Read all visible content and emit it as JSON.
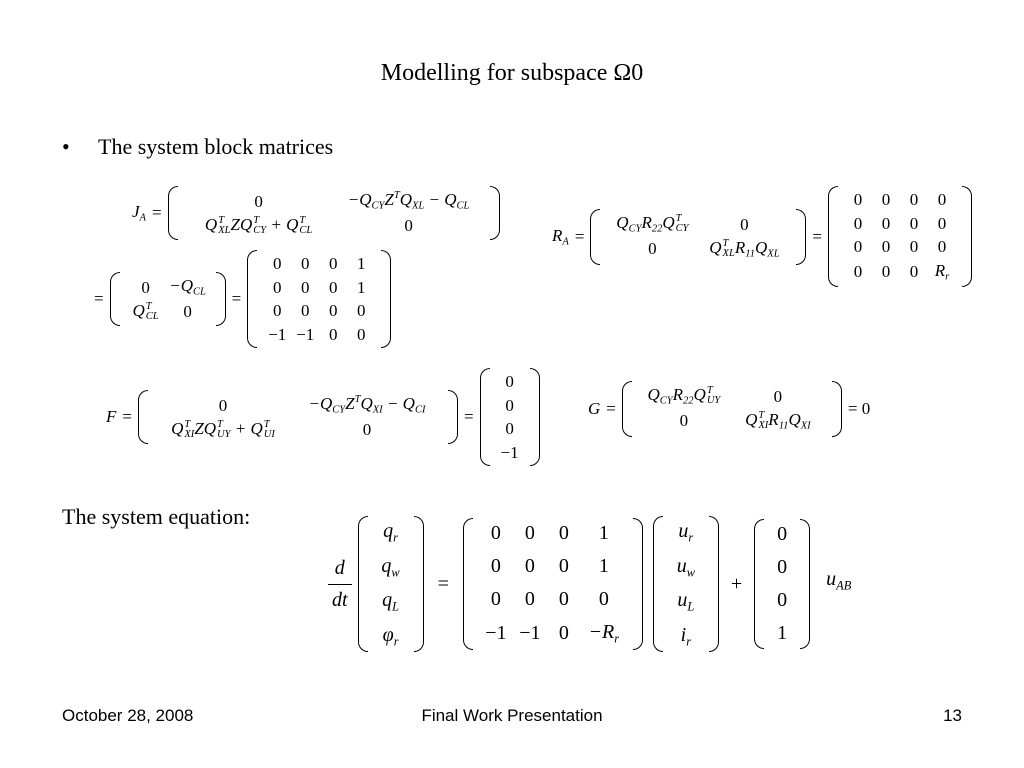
{
  "slide": {
    "title": "Modelling for subspace Ω0",
    "bullet": "The system block matrices",
    "equation_label": "The system equation:"
  },
  "footer": {
    "date": "October 28, 2008",
    "center": "Final Work Presentation",
    "page": "13"
  },
  "equations": {
    "ja_matrix": [
      [
        "0",
        "−Q_CY Z^T Q_XL − Q_CL"
      ],
      [
        "Q_XL^T Z Q_CY^T + Q_CL^T",
        "0"
      ]
    ],
    "ja_small": [
      [
        "0",
        "−Q_CL"
      ],
      [
        "Q_CL^T",
        "0"
      ]
    ],
    "ja_numeric": [
      [
        "0",
        "0",
        "0",
        "1"
      ],
      [
        "0",
        "0",
        "0",
        "1"
      ],
      [
        "0",
        "0",
        "0",
        "0"
      ],
      [
        "−1",
        "−1",
        "0",
        "0"
      ]
    ],
    "ra_matrix": [
      [
        "Q_CY R_22 Q_CY^T",
        "0"
      ],
      [
        "0",
        "Q_XL^T R_11 Q_XL"
      ]
    ],
    "ra_numeric": [
      [
        "0",
        "0",
        "0",
        "0"
      ],
      [
        "0",
        "0",
        "0",
        "0"
      ],
      [
        "0",
        "0",
        "0",
        "0"
      ],
      [
        "0",
        "0",
        "0",
        "R_r"
      ]
    ],
    "f_matrix": [
      [
        "0",
        "−Q_CY Z^T Q_XI − Q_CI"
      ],
      [
        "Q_XI^T Z Q_UY^T + Q_UI^T",
        "0"
      ]
    ],
    "f_numeric": [
      "0",
      "0",
      "0",
      "−1"
    ],
    "g_matrix": [
      [
        "Q_CY R_22 Q_UY^T",
        "0"
      ],
      [
        "0",
        "Q_XI^T R_11 Q_XI"
      ]
    ],
    "g_result": "= 0",
    "state_vector": [
      "q_r",
      "q_w",
      "q_L",
      "φ_r"
    ],
    "system_matrix": [
      [
        "0",
        "0",
        "0",
        "1"
      ],
      [
        "0",
        "0",
        "0",
        "1"
      ],
      [
        "0",
        "0",
        "0",
        "0"
      ],
      [
        "−1",
        "−1",
        "0",
        "−R_r"
      ]
    ],
    "input_vector": [
      "u_r",
      "u_w",
      "u_L",
      "i_r"
    ],
    "b_vector": [
      "0",
      "0",
      "0",
      "1"
    ],
    "input_symbol": "u_AB"
  }
}
